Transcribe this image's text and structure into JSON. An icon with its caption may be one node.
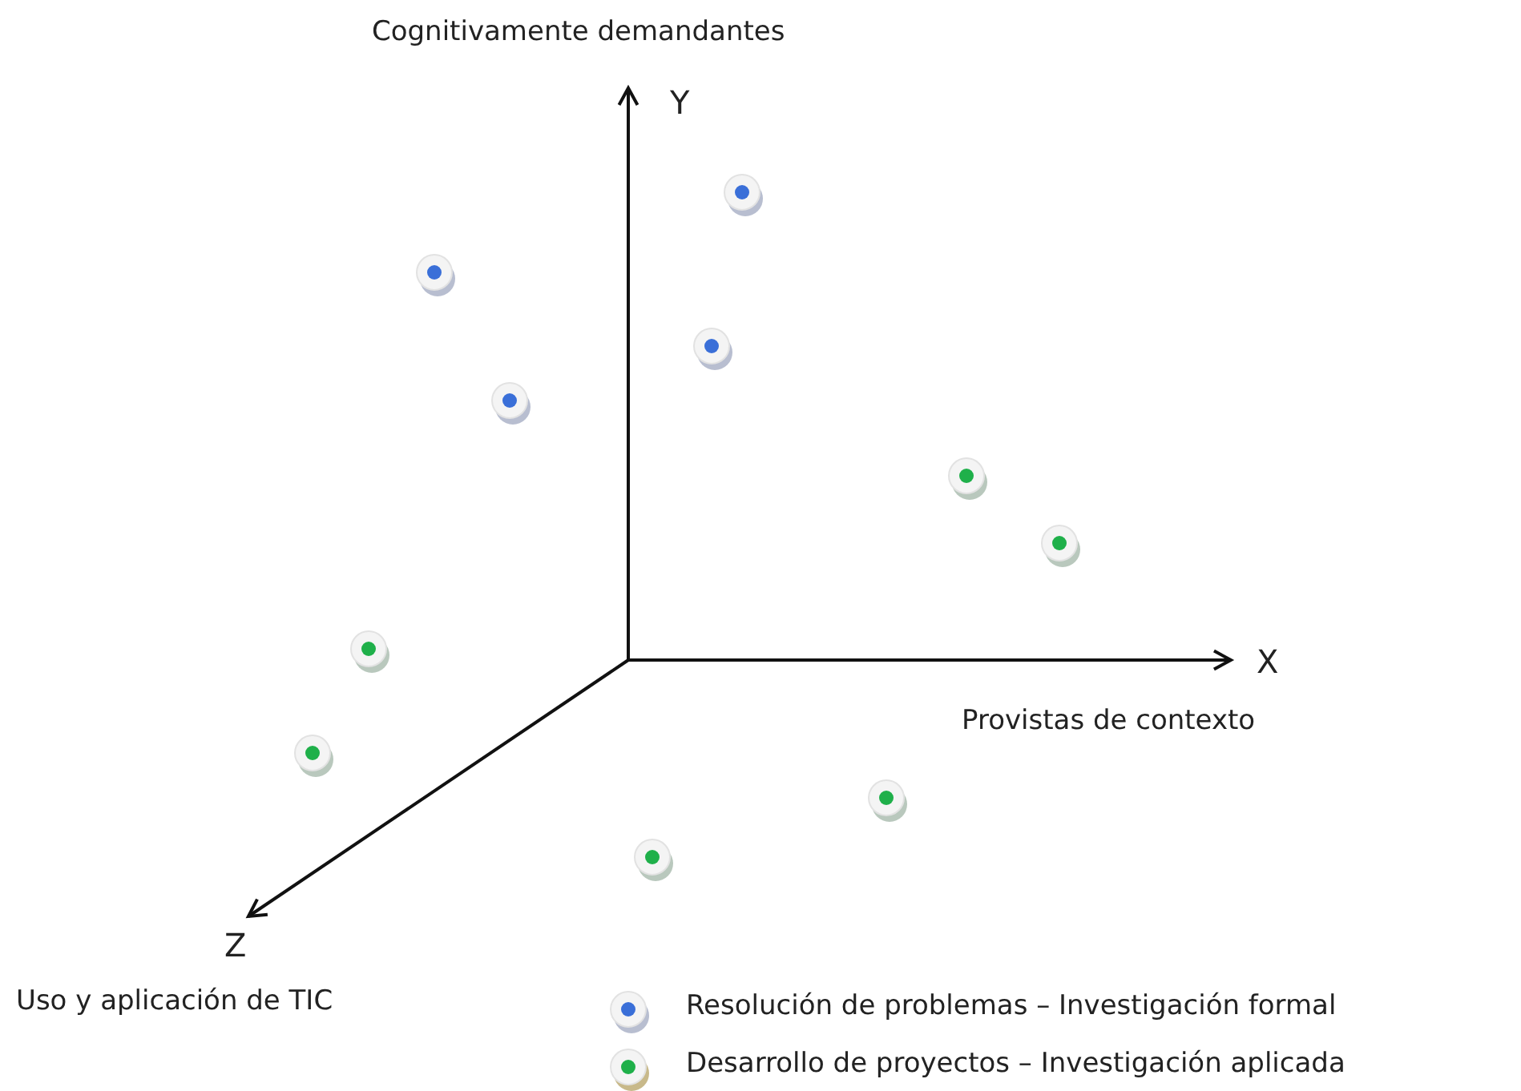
{
  "diagram": {
    "labels": [
      "Cognitivamente demandantes",
      "Y",
      "X",
      "Provistas de contexto",
      "Z",
      "Uso y aplicación de TIC"
    ],
    "legend": [
      {
        "text": "Resolución de problemas – Investigación formal",
        "color": "#3a6fd8"
      },
      {
        "text": "Desarrollo de proyectos – Investigación aplicada",
        "color": "#1fb04a"
      }
    ]
  }
}
